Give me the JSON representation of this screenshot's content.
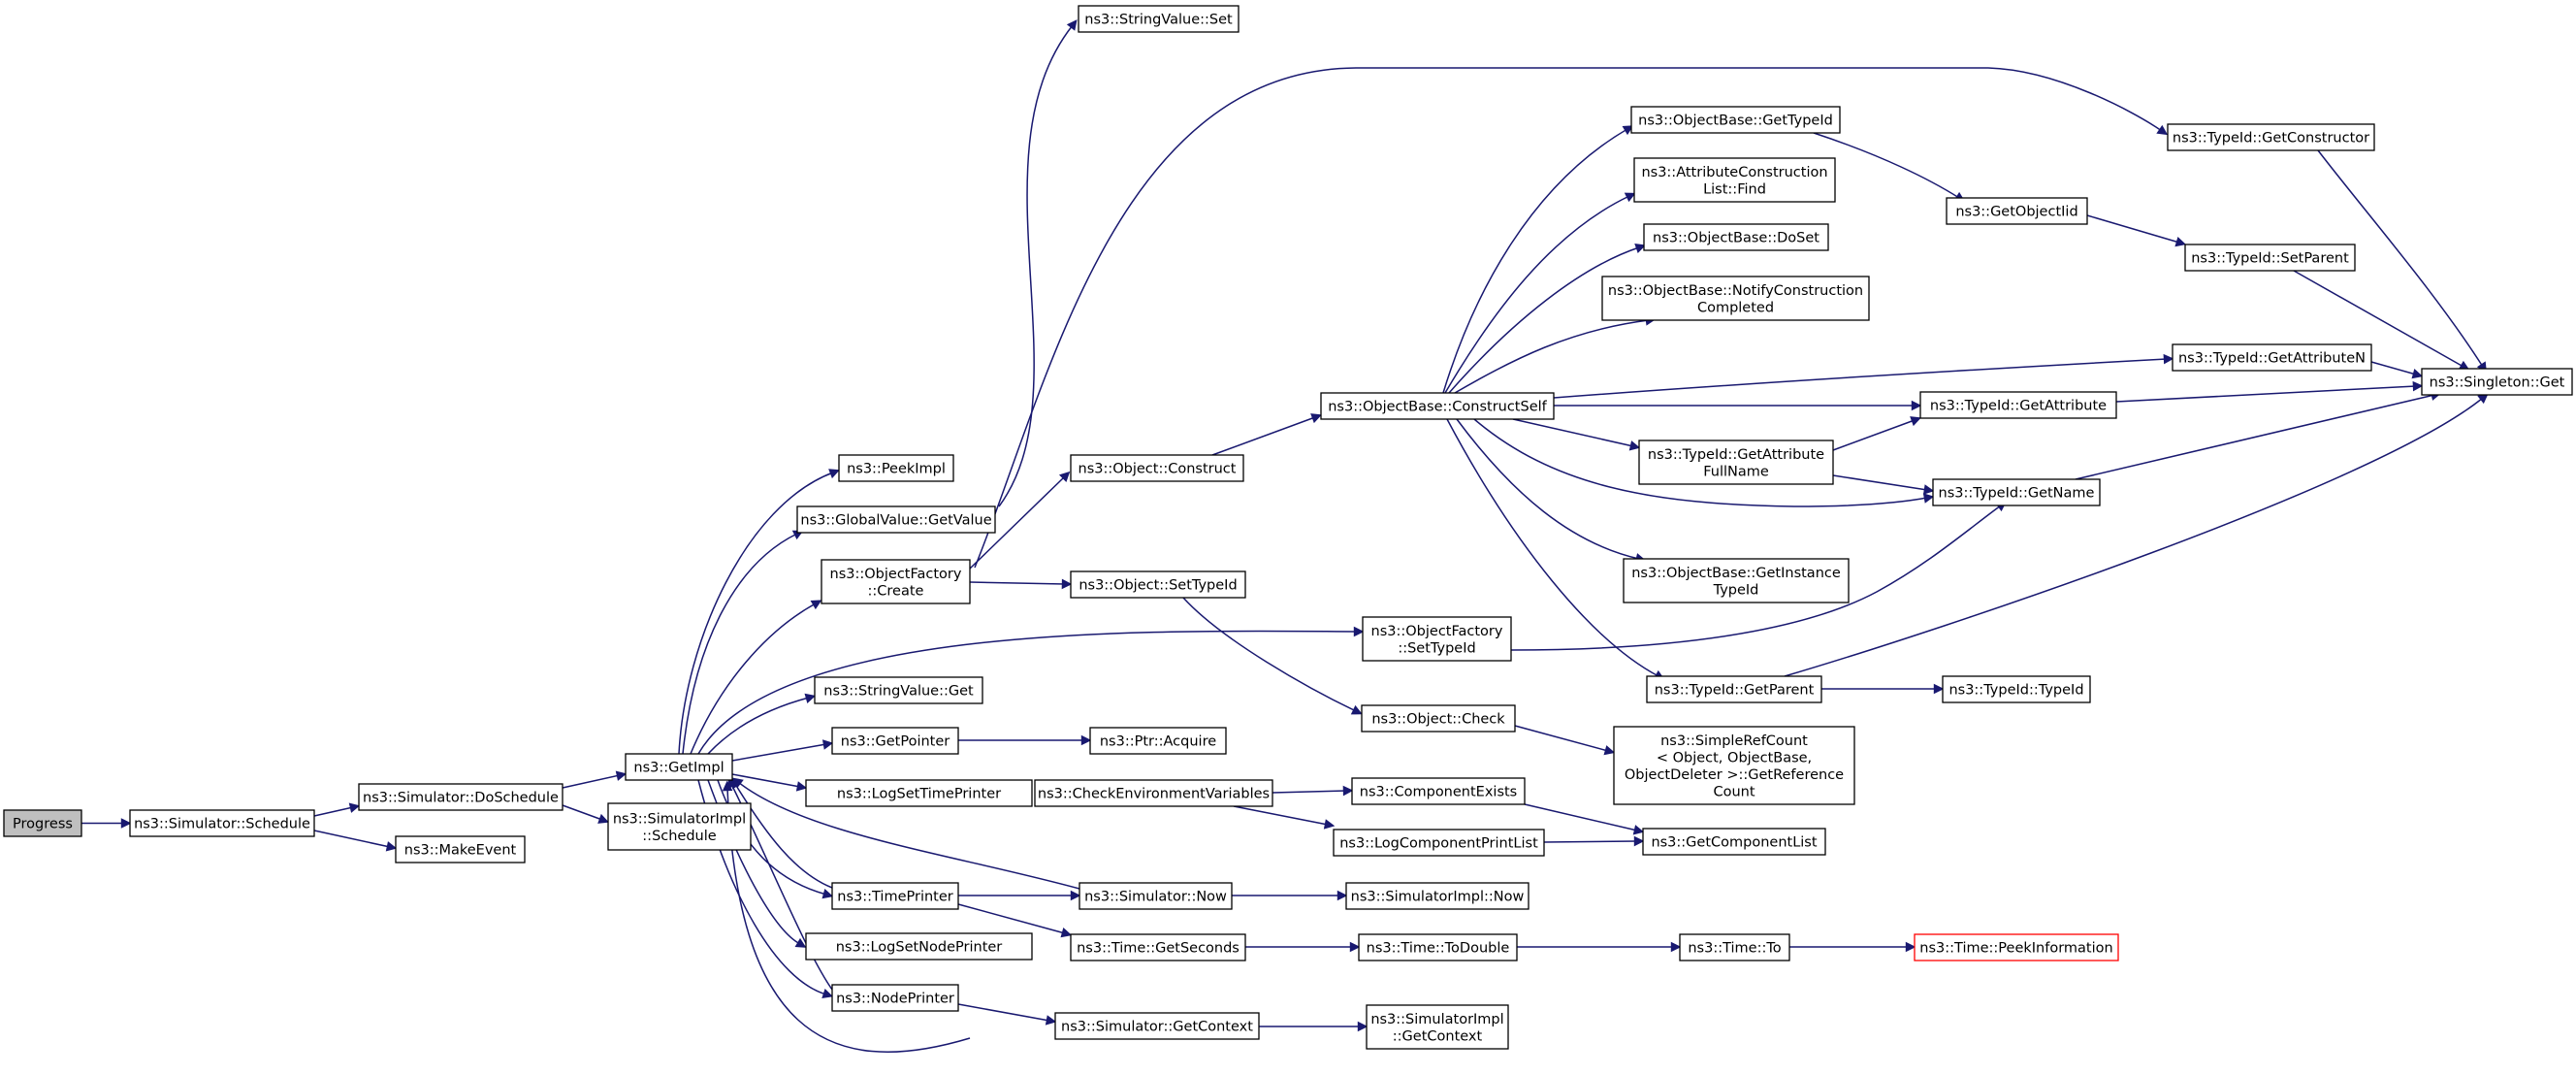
{
  "colors": {
    "edge": "#191970",
    "root_fill": "#bfbfbf",
    "highlight_border": "#ff0000",
    "node_border": "#000000"
  },
  "nodes": {
    "progress": [
      "Progress"
    ],
    "sched": [
      "ns3::Simulator::Schedule"
    ],
    "dosched": [
      "ns3::Simulator::DoSchedule"
    ],
    "makeevent": [
      "ns3::MakeEvent"
    ],
    "getimpl": [
      "ns3::GetImpl"
    ],
    "simimplsched": [
      "ns3::SimulatorImpl",
      "::Schedule"
    ],
    "peekimpl": [
      "ns3::PeekImpl"
    ],
    "gvgetvalue": [
      "ns3::GlobalValue::GetValue"
    ],
    "ofcreate": [
      "ns3::ObjectFactory",
      "::Create"
    ],
    "svget": [
      "ns3::StringValue::Get"
    ],
    "getpointer": [
      "ns3::GetPointer"
    ],
    "logsettp": [
      "ns3::LogSetTimePrinter"
    ],
    "timeprinter": [
      "ns3::TimePrinter"
    ],
    "logsetnp": [
      "ns3::LogSetNodePrinter"
    ],
    "nodeprinter": [
      "ns3::NodePrinter"
    ],
    "svset": [
      "ns3::StringValue::Set"
    ],
    "objconstruct": [
      "ns3::Object::Construct"
    ],
    "objsettid": [
      "ns3::Object::SetTypeId"
    ],
    "ofsettid": [
      "ns3::ObjectFactory",
      "::SetTypeId"
    ],
    "ptracquire": [
      "ns3::Ptr::Acquire"
    ],
    "objcheck": [
      "ns3::Object::Check"
    ],
    "checkenv": [
      "ns3::CheckEnvironmentVariables"
    ],
    "simnow": [
      "ns3::Simulator::Now"
    ],
    "timegetsec": [
      "ns3::Time::GetSeconds"
    ],
    "simgetctx": [
      "ns3::Simulator::GetContext"
    ],
    "constructself": [
      "ns3::ObjectBase::ConstructSelf"
    ],
    "compexists": [
      "ns3::ComponentExists"
    ],
    "logcpl": [
      "ns3::LogComponentPrintList"
    ],
    "simimplnow": [
      "ns3::SimulatorImpl::Now"
    ],
    "timetodouble": [
      "ns3::Time::ToDouble"
    ],
    "simimplgetctx": [
      "ns3::SimulatorImpl",
      "::GetContext"
    ],
    "obgettid": [
      "ns3::ObjectBase::GetTypeId"
    ],
    "aclfind": [
      "ns3::AttributeConstruction",
      "List::Find"
    ],
    "obdoset": [
      "ns3::ObjectBase::DoSet"
    ],
    "obnotify": [
      "ns3::ObjectBase::NotifyConstruction",
      "Completed"
    ],
    "tidgetafn": [
      "ns3::TypeId::GetAttribute",
      "FullName"
    ],
    "obgetinst": [
      "ns3::ObjectBase::GetInstance",
      "TypeId"
    ],
    "tidgetparent": [
      "ns3::TypeId::GetParent"
    ],
    "simplerefcount": [
      "ns3::SimpleRefCount",
      "< Object, ObjectBase,",
      " ObjectDeleter >::GetReference",
      "Count"
    ],
    "getcomplist": [
      "ns3::GetComponentList"
    ],
    "timeto": [
      "ns3::Time::To"
    ],
    "getobjiid": [
      "ns3::GetObjectIid"
    ],
    "tidgetattr": [
      "ns3::TypeId::GetAttribute"
    ],
    "tidgetname": [
      "ns3::TypeId::GetName"
    ],
    "tidtid": [
      "ns3::TypeId::TypeId"
    ],
    "peekinfo": [
      "ns3::Time::PeekInformation"
    ],
    "tidgetctor": [
      "ns3::TypeId::GetConstructor"
    ],
    "tidsetparent": [
      "ns3::TypeId::SetParent"
    ],
    "tidgetattrn": [
      "ns3::TypeId::GetAttributeN"
    ],
    "singleton": [
      "ns3::Singleton::Get"
    ]
  }
}
